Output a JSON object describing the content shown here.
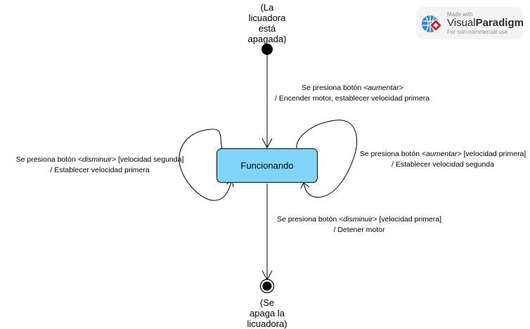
{
  "notes": {
    "initial": [
      "(La",
      "licuadora",
      "está",
      "apagada)"
    ],
    "final": [
      "(Se",
      "apaga la",
      "licuadora)"
    ]
  },
  "state": {
    "name": "Funcionando"
  },
  "transitions": {
    "start": {
      "prefix": "Se presiona botón ",
      "stereotype": "<aumentar>",
      "suffix": "",
      "line2": "/ Encender motor, establecer velocidad primera"
    },
    "self_left": {
      "prefix": "Se presiona botón ",
      "stereotype": "<disminuir>",
      "suffix": " [velocidad segunda]",
      "line2": "/ Establecer velocidad primera"
    },
    "self_right": {
      "prefix": "Se presiona botón ",
      "stereotype": "<aumentar>",
      "suffix": " [velocidad primera]",
      "line2": "/ Establecer velocidad segunda"
    },
    "end": {
      "prefix": "Se presiona botón ",
      "stereotype": "<disminuir>",
      "suffix": " [velocidad primera]",
      "line2": "/ Detener motor"
    }
  },
  "badge": {
    "made_with": "Made with",
    "brand_1": "Visual",
    "brand_2": "Paradigm",
    "subtitle": "For non-commercial use"
  },
  "colors": {
    "state_fill": "#80d4f7",
    "badge_red": "#c8262b",
    "badge_blue": "#3b87c4"
  }
}
